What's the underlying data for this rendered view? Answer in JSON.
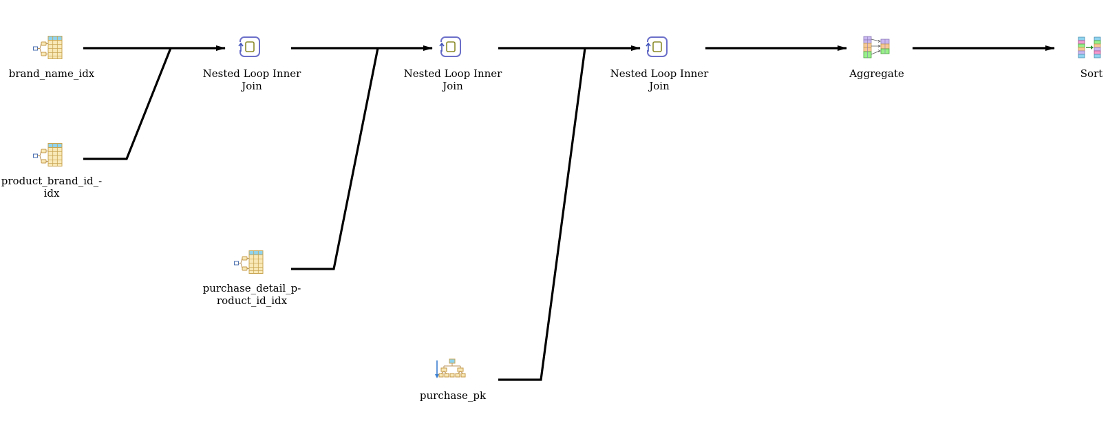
{
  "diagram": {
    "nodes": [
      {
        "id": "brand_name_idx",
        "label": "brand_name_idx",
        "icon": "index-scan-icon"
      },
      {
        "id": "product_brand_id_idx",
        "label": "product_brand_id_-\nidx",
        "icon": "index-scan-icon"
      },
      {
        "id": "join1",
        "label": "Nested Loop Inner\nJoin",
        "icon": "nested-loop-icon"
      },
      {
        "id": "purchase_detail_product_id_idx",
        "label": "purchase_detail_p-\nroduct_id_idx",
        "icon": "index-scan-icon"
      },
      {
        "id": "join2",
        "label": "Nested Loop Inner\nJoin",
        "icon": "nested-loop-icon"
      },
      {
        "id": "purchase_pk",
        "label": "purchase_pk",
        "icon": "index-lookup-icon"
      },
      {
        "id": "join3",
        "label": "Nested Loop Inner\nJoin",
        "icon": "nested-loop-icon"
      },
      {
        "id": "aggregate",
        "label": "Aggregate",
        "icon": "aggregate-icon"
      },
      {
        "id": "sort",
        "label": "Sort",
        "icon": "sort-icon"
      }
    ],
    "edges": [
      {
        "from": "brand_name_idx",
        "to": "join1"
      },
      {
        "from": "product_brand_id_idx",
        "to": "join1"
      },
      {
        "from": "join1",
        "to": "join2"
      },
      {
        "from": "purchase_detail_product_id_idx",
        "to": "join2"
      },
      {
        "from": "join2",
        "to": "join3"
      },
      {
        "from": "purchase_pk",
        "to": "join3"
      },
      {
        "from": "join3",
        "to": "aggregate"
      },
      {
        "from": "aggregate",
        "to": "sort"
      }
    ]
  }
}
